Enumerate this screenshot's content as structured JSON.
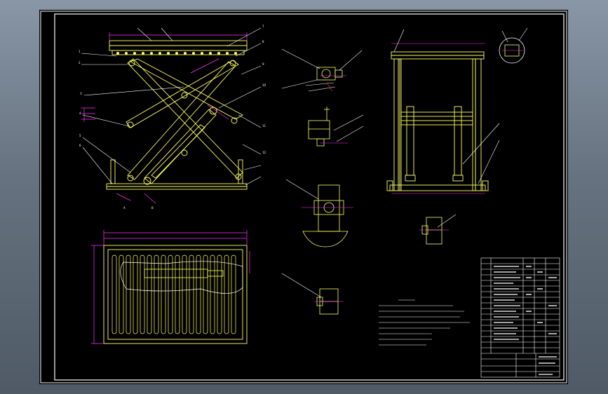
{
  "viewport": {
    "background": "#66727f",
    "sheet_background": "#000000"
  },
  "colors": {
    "frame": "#ffffff",
    "part": "#ffff66",
    "part_alt": "#e8e8a0",
    "dimension": "#ff33ff",
    "leader": "#ffffff",
    "center": "#ff4444",
    "text": "#ffffff",
    "section": "#ff55ff"
  },
  "views": {
    "front": "scissor-lift-front-view",
    "side": "scissor-lift-side-view",
    "top": "scissor-lift-top-view",
    "details": [
      "pin-joint-detail-a",
      "pin-joint-detail-b",
      "cylinder-clevis-detail",
      "roller-detail",
      "bearing-detail",
      "circle-detail"
    ]
  }
}
